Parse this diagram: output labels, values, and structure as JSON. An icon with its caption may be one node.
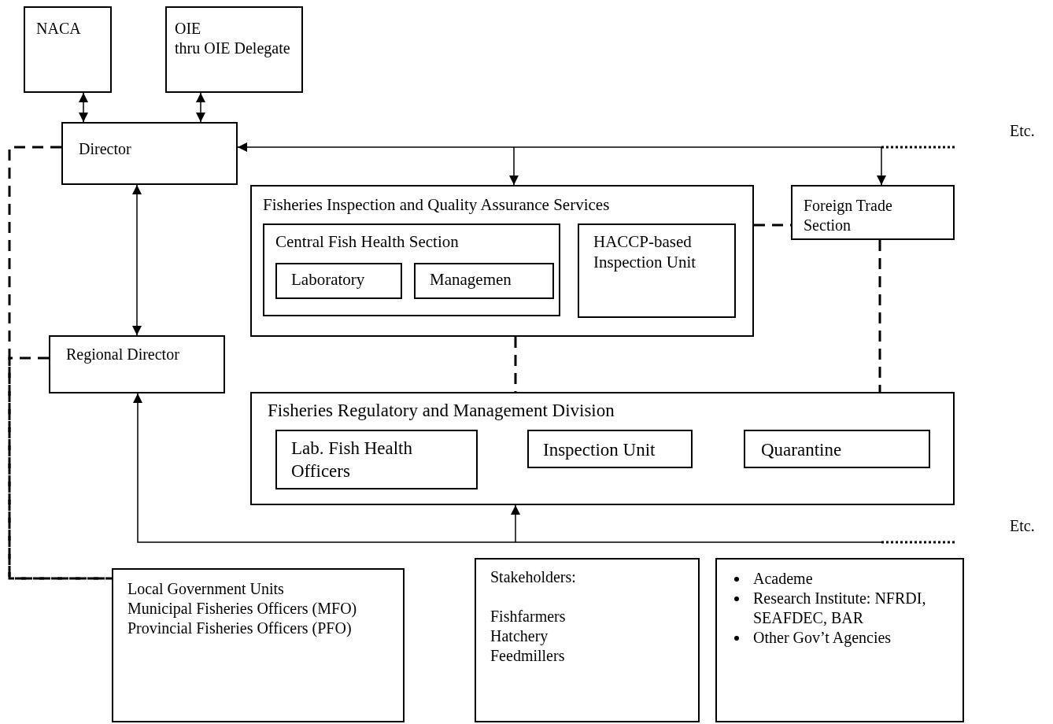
{
  "diagram": {
    "nodes": [
      {
        "text": [
          "NACA"
        ]
      },
      {
        "text": [
          "OIE",
          "thru OIE Delegate"
        ]
      },
      {
        "text": [
          "Director"
        ]
      },
      {
        "text": [
          "Fisheries Inspection and Quality Assurance Services"
        ]
      },
      {
        "text": [
          "Central Fish Health Section"
        ],
        "in": 3
      },
      {
        "text": [
          "Laboratory"
        ],
        "in": 4
      },
      {
        "text": [
          "Managemen"
        ],
        "in": 4
      },
      {
        "text": [
          "HACCP-based Inspection Unit"
        ],
        "in": 3
      },
      {
        "text": [
          "Foreign Trade Section"
        ]
      },
      {
        "text": [
          "Regional Director"
        ]
      },
      {
        "text": [
          "Fisheries Regulatory and Management Division"
        ]
      },
      {
        "text": [
          "Lab. Fish Health Officers"
        ],
        "in": 10
      },
      {
        "text": [
          "Inspection Unit"
        ],
        "in": 10
      },
      {
        "text": [
          "Quarantine"
        ],
        "in": 10
      },
      {
        "text": [
          "Local Government Units",
          "Municipal Fisheries Officers (MFO)",
          "Provincial Fisheries Officers (PFO)"
        ]
      },
      {
        "text": [
          "Stakeholders:",
          "Fishfarmers",
          "Hatchery",
          "Feedmillers"
        ]
      },
      {
        "text": [
          "Academe",
          "Research Institute: NFRDI, SEAFDEC, BAR",
          "Other Gov’t Agencies"
        ]
      }
    ],
    "edges": [
      {
        "from": 0,
        "to": 2,
        "arrow": "both"
      },
      {
        "from": 1,
        "to": 2,
        "arrow": "both"
      },
      {
        "from": 2,
        "to": 9,
        "arrow": "both"
      },
      {
        "from": null,
        "to": 2,
        "arrow": "to"
      },
      {
        "from": null,
        "to": 3,
        "arrow": "to"
      },
      {
        "from": null,
        "to": 8,
        "arrow": "to"
      },
      {
        "from": 2,
        "to": 14,
        "arrow": "none",
        "style": "dashed"
      },
      {
        "from": 9,
        "to": 14,
        "arrow": "none",
        "style": "dashed"
      },
      {
        "from": 3,
        "to": 8,
        "arrow": "none",
        "style": "dashed"
      },
      {
        "from": 3,
        "to": 10,
        "arrow": "none",
        "style": "dashed"
      },
      {
        "from": 8,
        "to": 10,
        "arrow": "none",
        "style": "dashed"
      },
      {
        "from": null,
        "to": 9,
        "arrow": "to"
      },
      {
        "from": null,
        "to": 10,
        "arrow": "to"
      }
    ],
    "labels": [
      "Etc.",
      "Etc."
    ]
  }
}
